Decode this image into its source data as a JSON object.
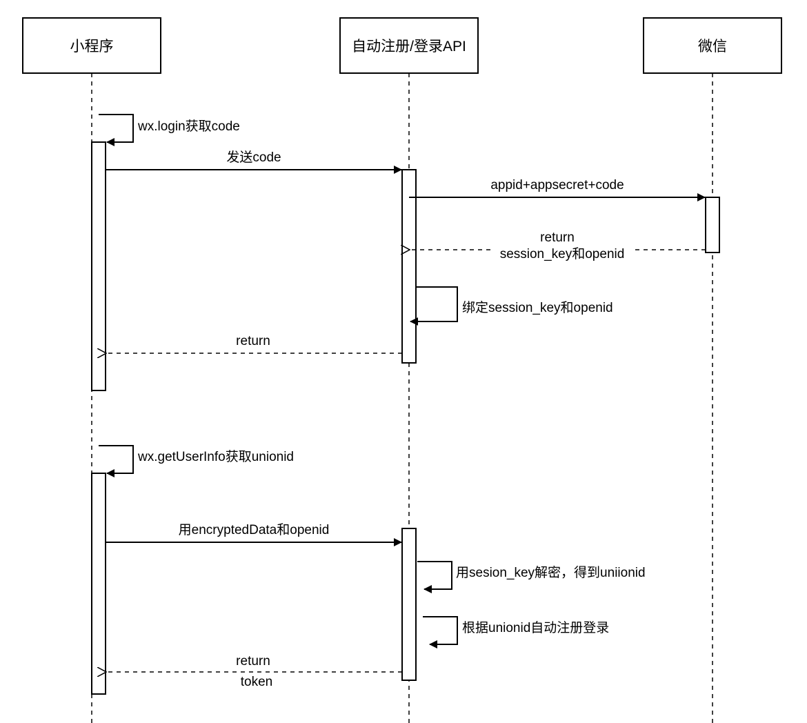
{
  "participants": [
    {
      "id": "miniprogram",
      "label": "小程序"
    },
    {
      "id": "api",
      "label": "自动注册/登录API"
    },
    {
      "id": "wechat",
      "label": "微信"
    }
  ],
  "messages": [
    {
      "from": "miniprogram",
      "to": "miniprogram",
      "type": "self",
      "lines": [
        "wx.login获取code"
      ]
    },
    {
      "from": "miniprogram",
      "to": "api",
      "type": "sync",
      "lines": [
        "发送code"
      ]
    },
    {
      "from": "api",
      "to": "wechat",
      "type": "sync",
      "lines": [
        "appid+appsecret+code"
      ]
    },
    {
      "from": "wechat",
      "to": "api",
      "type": "return",
      "lines": [
        "return",
        "session_key和openid"
      ]
    },
    {
      "from": "api",
      "to": "api",
      "type": "self",
      "lines": [
        "绑定session_key和openid"
      ]
    },
    {
      "from": "api",
      "to": "miniprogram",
      "type": "return",
      "lines": [
        "return"
      ]
    },
    {
      "from": "miniprogram",
      "to": "miniprogram",
      "type": "self",
      "lines": [
        "wx.getUserInfo获取unionid"
      ]
    },
    {
      "from": "miniprogram",
      "to": "api",
      "type": "sync",
      "lines": [
        "用encryptedData和openid"
      ]
    },
    {
      "from": "api",
      "to": "api",
      "type": "self",
      "lines": [
        "用sesion_key解密，得到uniionid"
      ]
    },
    {
      "from": "api",
      "to": "api",
      "type": "self",
      "lines": [
        "根据unionid自动注册登录"
      ]
    },
    {
      "from": "api",
      "to": "miniprogram",
      "type": "return",
      "lines": [
        "return",
        "token"
      ]
    }
  ],
  "colors": {
    "stroke": "#000000",
    "background": "#ffffff"
  }
}
